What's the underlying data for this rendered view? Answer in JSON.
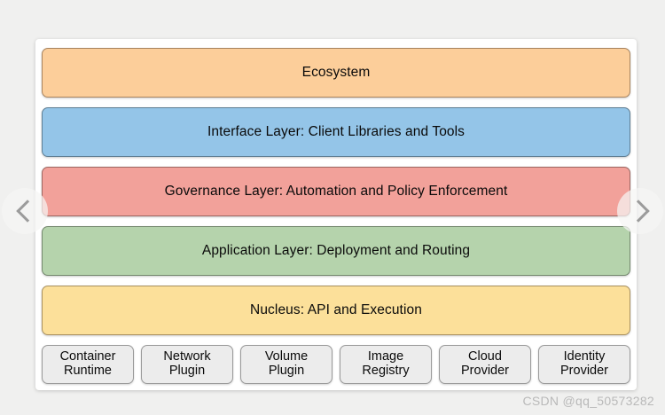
{
  "diagram": {
    "layers": [
      {
        "label": "Ecosystem",
        "fill": "#fcce9a",
        "border": "#a8845f"
      },
      {
        "label": "Interface Layer: Client Libraries and Tools",
        "fill": "#94c5e8",
        "border": "#5f7e93"
      },
      {
        "label": "Governance Layer: Automation and Policy Enforcement",
        "fill": "#f2a19a",
        "border": "#9c6661"
      },
      {
        "label": "Application Layer: Deployment and Routing",
        "fill": "#b5d3ac",
        "border": "#74886e"
      },
      {
        "label": "Nucleus: API and Execution",
        "fill": "#fce09a",
        "border": "#a89060"
      }
    ],
    "components": [
      {
        "line1": "Container",
        "line2": "Runtime"
      },
      {
        "line1": "Network",
        "line2": "Plugin"
      },
      {
        "line1": "Volume",
        "line2": "Plugin"
      },
      {
        "line1": "Image",
        "line2": "Registry"
      },
      {
        "line1": "Cloud",
        "line2": "Provider"
      },
      {
        "line1": "Identity",
        "line2": "Provider"
      }
    ],
    "component_fill": "#ececec",
    "component_border": "#9a9a9a"
  },
  "carousel": {
    "prev_label": "‹",
    "next_label": "›"
  },
  "watermark": {
    "text": "CSDN @qq_50573282"
  },
  "theme": {
    "page_background": "#f0f0ef",
    "card_background": "#ffffff",
    "text_color": "#0a0a0a",
    "arrow_color": "#9b9b9b",
    "watermark_color": "#b9b9b9"
  }
}
